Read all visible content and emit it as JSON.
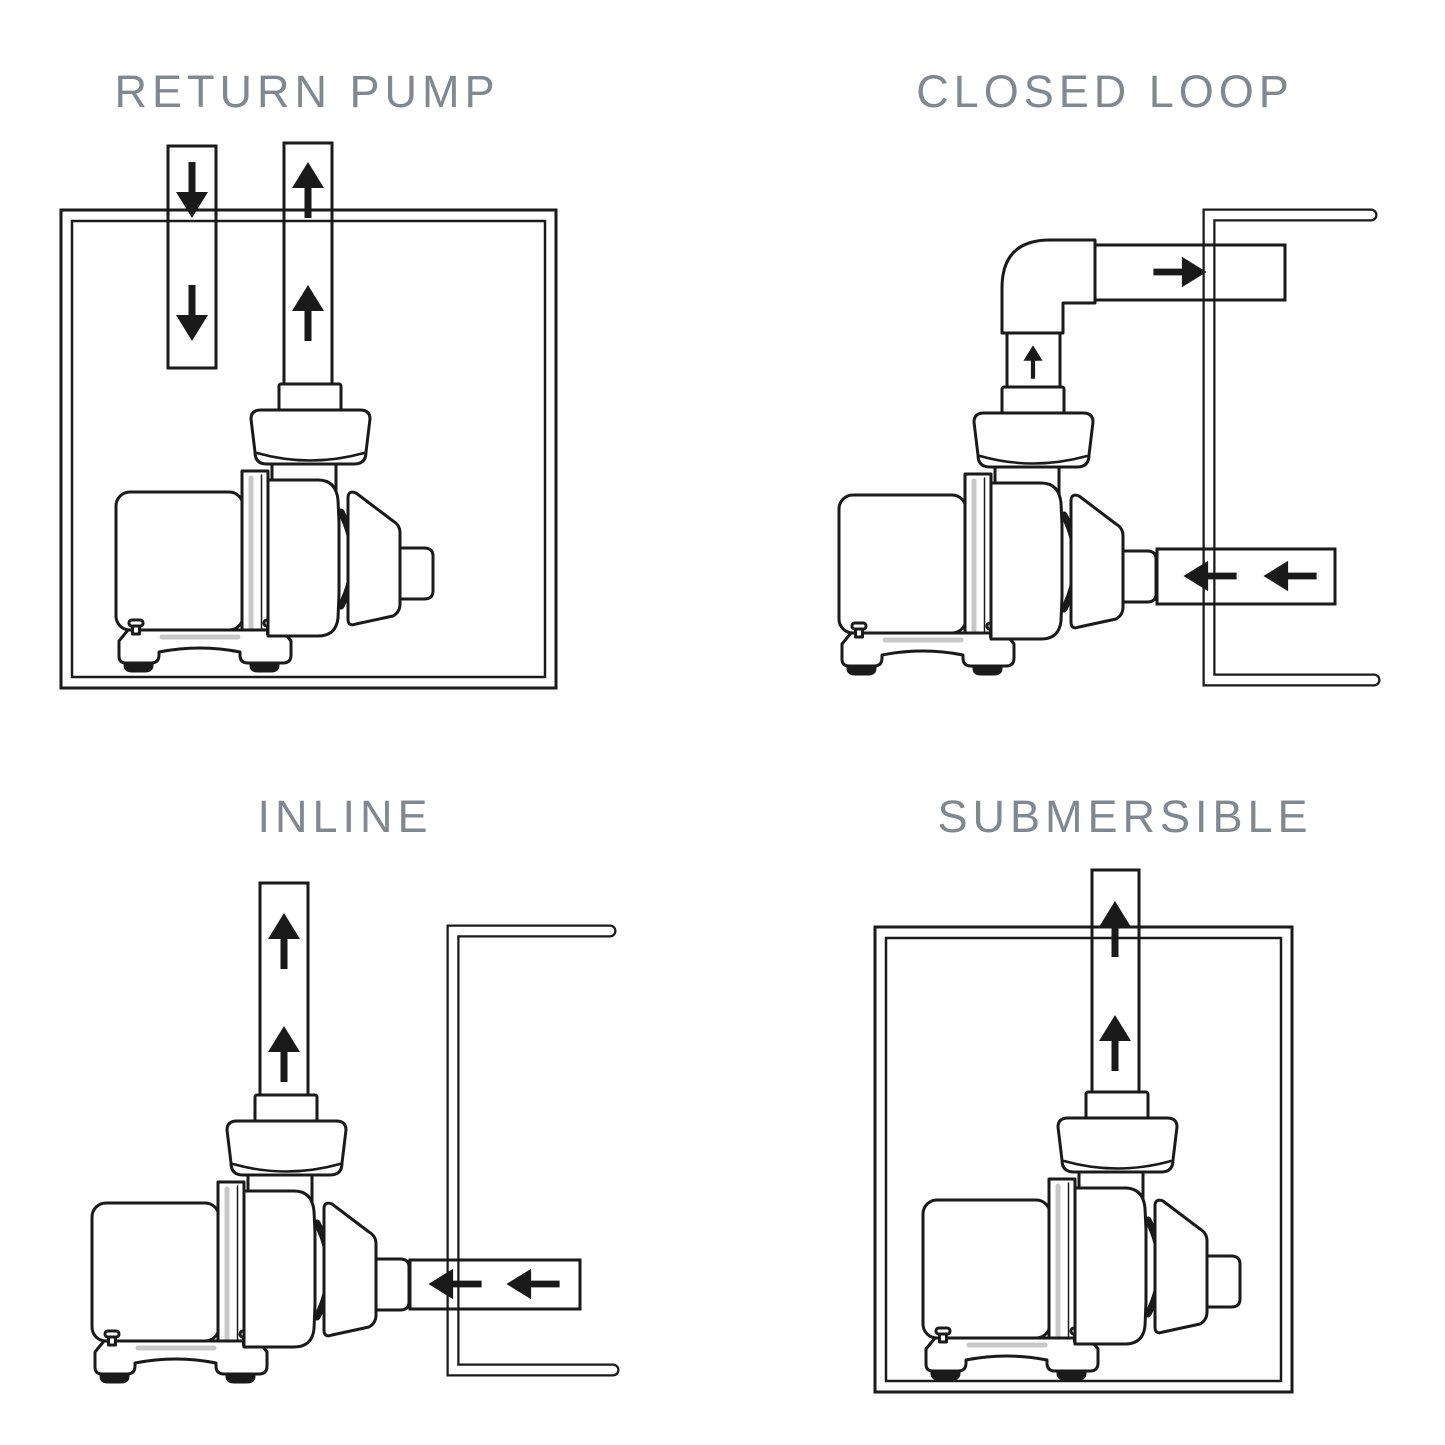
{
  "figure": {
    "name": "pump-installation-configurations",
    "panels": [
      {
        "id": "return-pump",
        "title": "RETURN PUMP",
        "pipes": [
          {
            "name": "drain-pipe",
            "flow_arrows": [
              "down",
              "down"
            ]
          },
          {
            "name": "return-pipe",
            "flow_arrows": [
              "up",
              "up"
            ]
          }
        ]
      },
      {
        "id": "closed-loop",
        "title": "CLOSED LOOP",
        "pipes": [
          {
            "name": "outlet-elbow-pipe",
            "flow_arrows": [
              "up",
              "right"
            ]
          },
          {
            "name": "inlet-pipe",
            "flow_arrows": [
              "left",
              "left"
            ]
          }
        ]
      },
      {
        "id": "inline",
        "title": "INLINE",
        "pipes": [
          {
            "name": "outlet-pipe",
            "flow_arrows": [
              "up",
              "up"
            ]
          },
          {
            "name": "inlet-pipe",
            "flow_arrows": [
              "left",
              "left"
            ]
          }
        ]
      },
      {
        "id": "submersible",
        "title": "SUBMERSIBLE",
        "pipes": [
          {
            "name": "outlet-pipe",
            "flow_arrows": [
              "up",
              "up"
            ]
          }
        ]
      }
    ]
  },
  "colors": {
    "ink": "#1a1a1a",
    "title_gray": "#82888f",
    "shade_gray": "#c8c8c8",
    "background": "#ffffff"
  }
}
